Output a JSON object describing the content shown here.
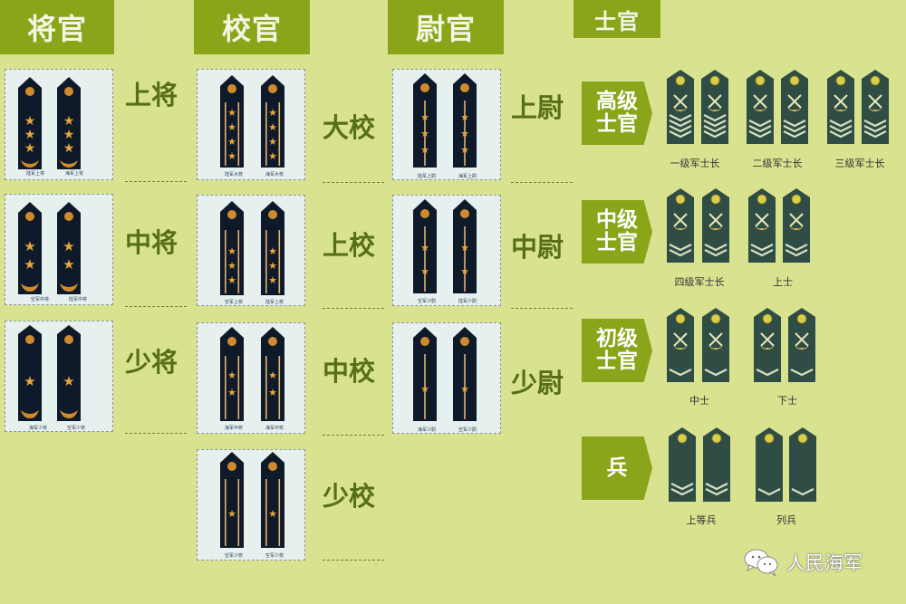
{
  "colors": {
    "background": "#d9e38f",
    "header_green": "#8aa51a",
    "label_green": "#587014",
    "officer_epaulette": "#0e1a2a",
    "nco_epaulette": "#2f4d45",
    "gold": "#d9a23a"
  },
  "headers": {
    "general": "将官",
    "field": "校官",
    "company": "尉官",
    "nco": "士官"
  },
  "generals": {
    "ranks": [
      {
        "label": "上将",
        "stars": 3,
        "captions": [
          "陆军上将",
          "海军上将"
        ]
      },
      {
        "label": "中将",
        "stars": 2,
        "captions": [
          "空军中将",
          "陆军中将"
        ]
      },
      {
        "label": "少将",
        "stars": 1,
        "captions": [
          "海军少将",
          "空军少将"
        ]
      }
    ]
  },
  "field_officers": {
    "ranks": [
      {
        "label": "大校",
        "stars": 4,
        "captions": [
          "陆军大校",
          "海军大校"
        ]
      },
      {
        "label": "上校",
        "stars": 3,
        "captions": [
          "空军上校",
          "陆军上校"
        ]
      },
      {
        "label": "中校",
        "stars": 2,
        "captions": [
          "海军中校",
          "海军中校"
        ]
      },
      {
        "label": "少校",
        "stars": 1,
        "captions": [
          "空军少校",
          "空军少校"
        ]
      }
    ]
  },
  "company_officers": {
    "ranks": [
      {
        "label": "上尉",
        "stars": 3,
        "captions": [
          "陆军上尉",
          "海军上尉"
        ]
      },
      {
        "label": "中尉",
        "stars": 2,
        "captions": [
          "空军少尉",
          "陆军少尉"
        ]
      },
      {
        "label": "少尉",
        "stars": 1,
        "captions": [
          "海军少尉",
          "空军少尉"
        ]
      }
    ]
  },
  "nco": {
    "groups": [
      {
        "tag_line1": "高级",
        "tag_line2": "士官",
        "items": [
          {
            "caption": "一级军士长",
            "chevrons": 4
          },
          {
            "caption": "二级军士长",
            "chevrons": 3
          },
          {
            "caption": "三级军士长",
            "chevrons": 3
          }
        ]
      },
      {
        "tag_line1": "中级",
        "tag_line2": "士官",
        "items": [
          {
            "caption": "四级军士长",
            "chevrons": 2
          },
          {
            "caption": "上士",
            "chevrons": 2
          }
        ]
      },
      {
        "tag_line1": "初级",
        "tag_line2": "士官",
        "items": [
          {
            "caption": "中士",
            "chevrons": 1
          },
          {
            "caption": "下士",
            "chevrons": 1
          }
        ]
      },
      {
        "tag_line1": "兵",
        "tag_line2": "",
        "items": [
          {
            "caption": "上等兵",
            "chevrons": 2
          },
          {
            "caption": "列兵",
            "chevrons": 1
          }
        ]
      }
    ]
  },
  "watermark": {
    "icon": "wechat-icon",
    "text": "人民海军"
  }
}
